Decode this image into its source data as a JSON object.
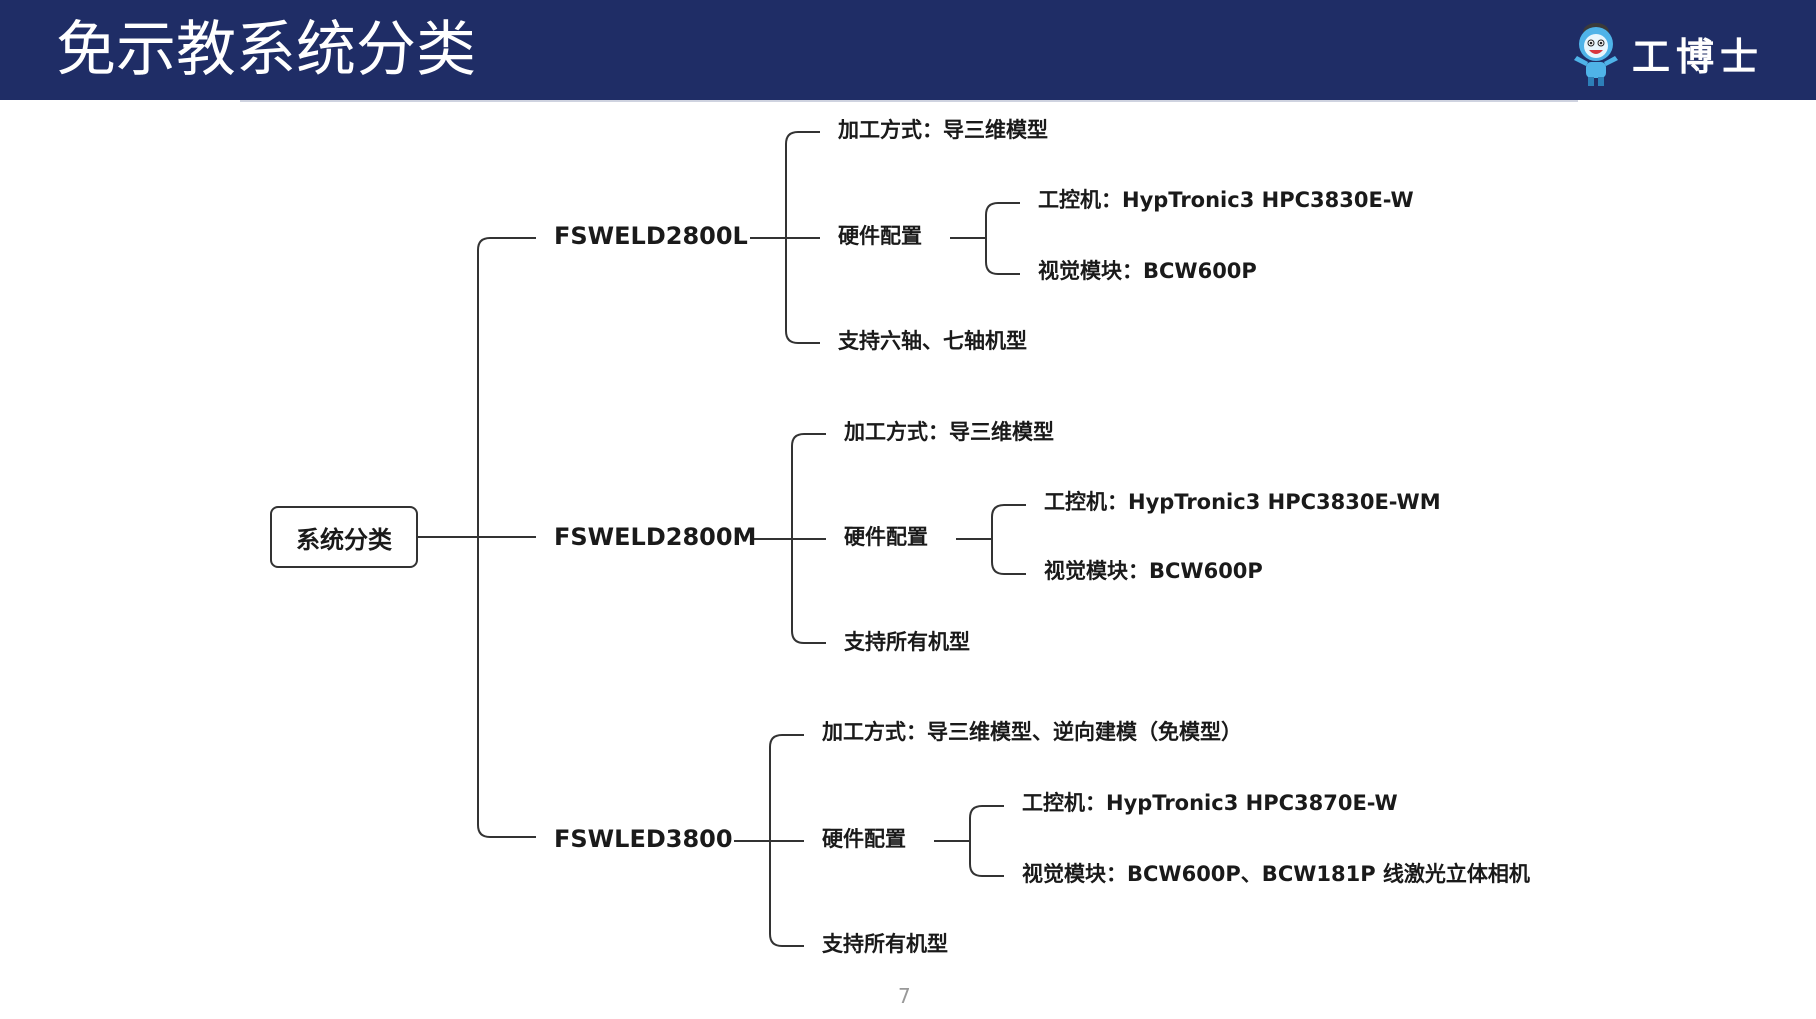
{
  "header": {
    "title": "免示教系统分类",
    "logo_text": "工博士",
    "logo_icon": "robot-mascot-icon",
    "background": "#1f2d66"
  },
  "diagram": {
    "root": "系统分类",
    "branches": [
      {
        "model": "FSWELD2800L",
        "method": "加工方式：导三维模型",
        "hardware": "硬件配置",
        "ipc": "工控机：HypTronic3 HPC3830E-W",
        "vision": "视觉模块：BCW600P",
        "support": "支持六轴、七轴机型"
      },
      {
        "model": "FSWELD2800M",
        "method": "加工方式：导三维模型",
        "hardware": "硬件配置",
        "ipc": "工控机：HypTronic3 HPC3830E-WM",
        "vision": "视觉模块：BCW600P",
        "support": "支持所有机型"
      },
      {
        "model": "FSWLED3800",
        "method": "加工方式：导三维模型、逆向建模（免模型）",
        "hardware": "硬件配置",
        "ipc": "工控机：HypTronic3 HPC3870E-W",
        "vision": "视觉模块：BCW600P、BCW181P 线激光立体相机",
        "support": "支持所有机型"
      }
    ]
  },
  "page_number": "7"
}
